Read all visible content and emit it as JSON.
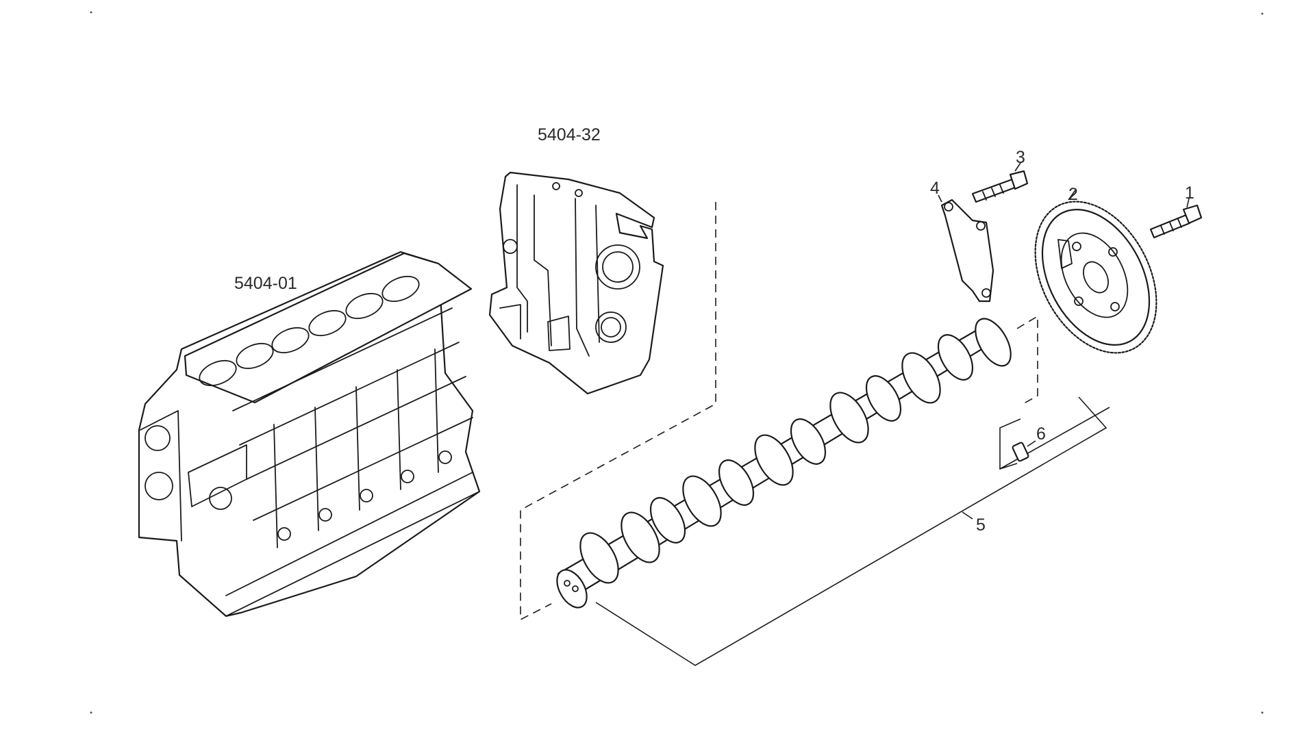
{
  "labels": {
    "cover_ref": "5404-32",
    "block_ref": "5404-01",
    "item_1": "1",
    "item_2": "2",
    "item_3": "3",
    "item_4": "4",
    "item_5": "5",
    "item_6": "6"
  },
  "colors": {
    "line": "#1a1a1a",
    "text": "#2a2a2a",
    "background": "#ffffff"
  }
}
